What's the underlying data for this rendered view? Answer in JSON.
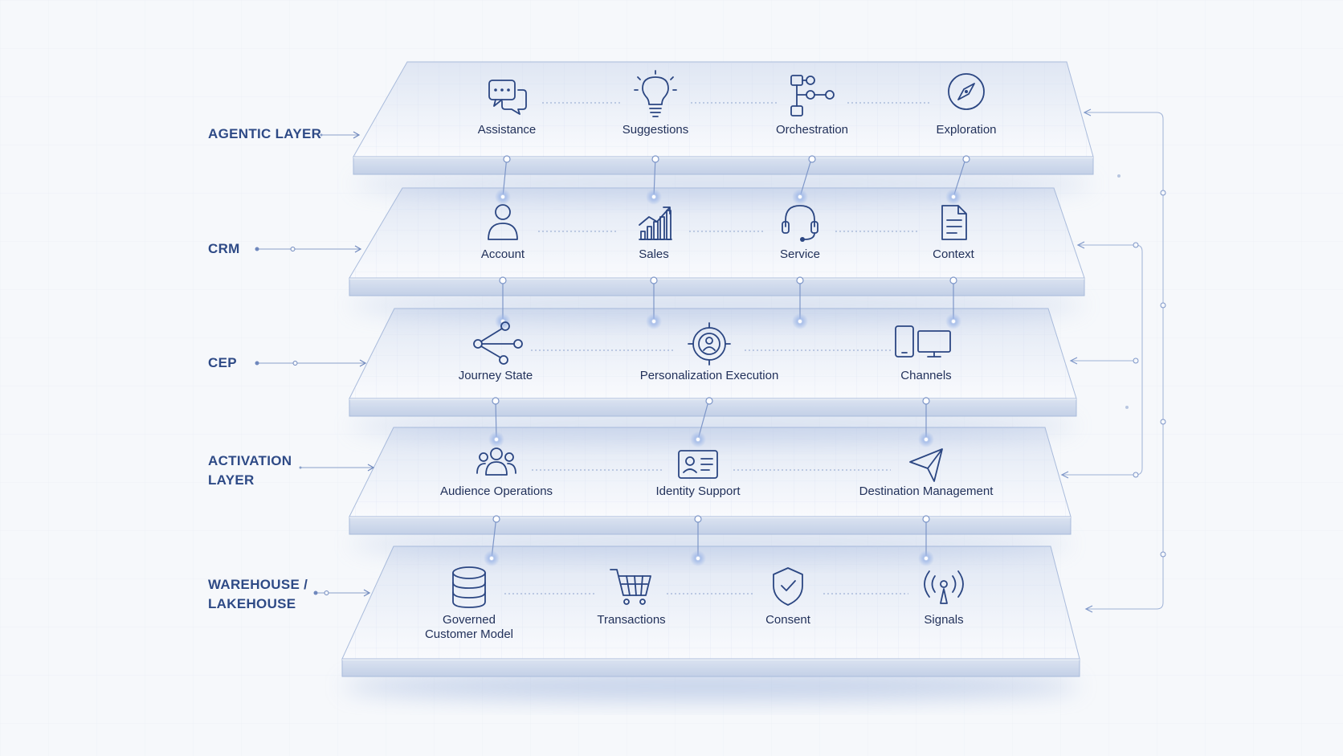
{
  "layers": [
    {
      "label": [
        "AGENTIC LAYER"
      ],
      "items": [
        {
          "label": [
            "Assistance"
          ],
          "icon": "chat-bubbles-icon"
        },
        {
          "label": [
            "Suggestions"
          ],
          "icon": "lightbulb-icon"
        },
        {
          "label": [
            "Orchestration"
          ],
          "icon": "workflow-icon"
        },
        {
          "label": [
            "Exploration"
          ],
          "icon": "compass-icon"
        }
      ]
    },
    {
      "label": [
        "CRM"
      ],
      "items": [
        {
          "label": [
            "Account"
          ],
          "icon": "user-icon"
        },
        {
          "label": [
            "Sales"
          ],
          "icon": "growth-chart-icon"
        },
        {
          "label": [
            "Service"
          ],
          "icon": "headset-icon"
        },
        {
          "label": [
            "Context"
          ],
          "icon": "document-icon"
        }
      ]
    },
    {
      "label": [
        "CEP"
      ],
      "items": [
        {
          "label": [
            "Journey State"
          ],
          "icon": "share-nodes-icon"
        },
        {
          "label": [
            "Personalization Execution"
          ],
          "icon": "target-user-icon"
        },
        {
          "label": [
            "Channels"
          ],
          "icon": "devices-icon"
        }
      ]
    },
    {
      "label": [
        "ACTIVATION",
        "LAYER"
      ],
      "items": [
        {
          "label": [
            "Audience Operations"
          ],
          "icon": "users-group-icon"
        },
        {
          "label": [
            "Identity Support"
          ],
          "icon": "id-card-icon"
        },
        {
          "label": [
            "Destination Management"
          ],
          "icon": "paper-plane-icon"
        }
      ]
    },
    {
      "label": [
        "WAREHOUSE /",
        "LAKEHOUSE"
      ],
      "items": [
        {
          "label": [
            "Governed",
            "Customer Model"
          ],
          "icon": "database-icon"
        },
        {
          "label": [
            "Transactions"
          ],
          "icon": "shopping-cart-icon"
        },
        {
          "label": [
            "Consent"
          ],
          "icon": "shield-check-icon"
        },
        {
          "label": [
            "Signals"
          ],
          "icon": "broadcast-icon"
        }
      ]
    }
  ],
  "colors": {
    "accent": "#2e4a86",
    "text": "#22315a",
    "line": "#7d96c8",
    "plate_top": "#e8edf6",
    "plate_edge": "#cfd9ea"
  }
}
